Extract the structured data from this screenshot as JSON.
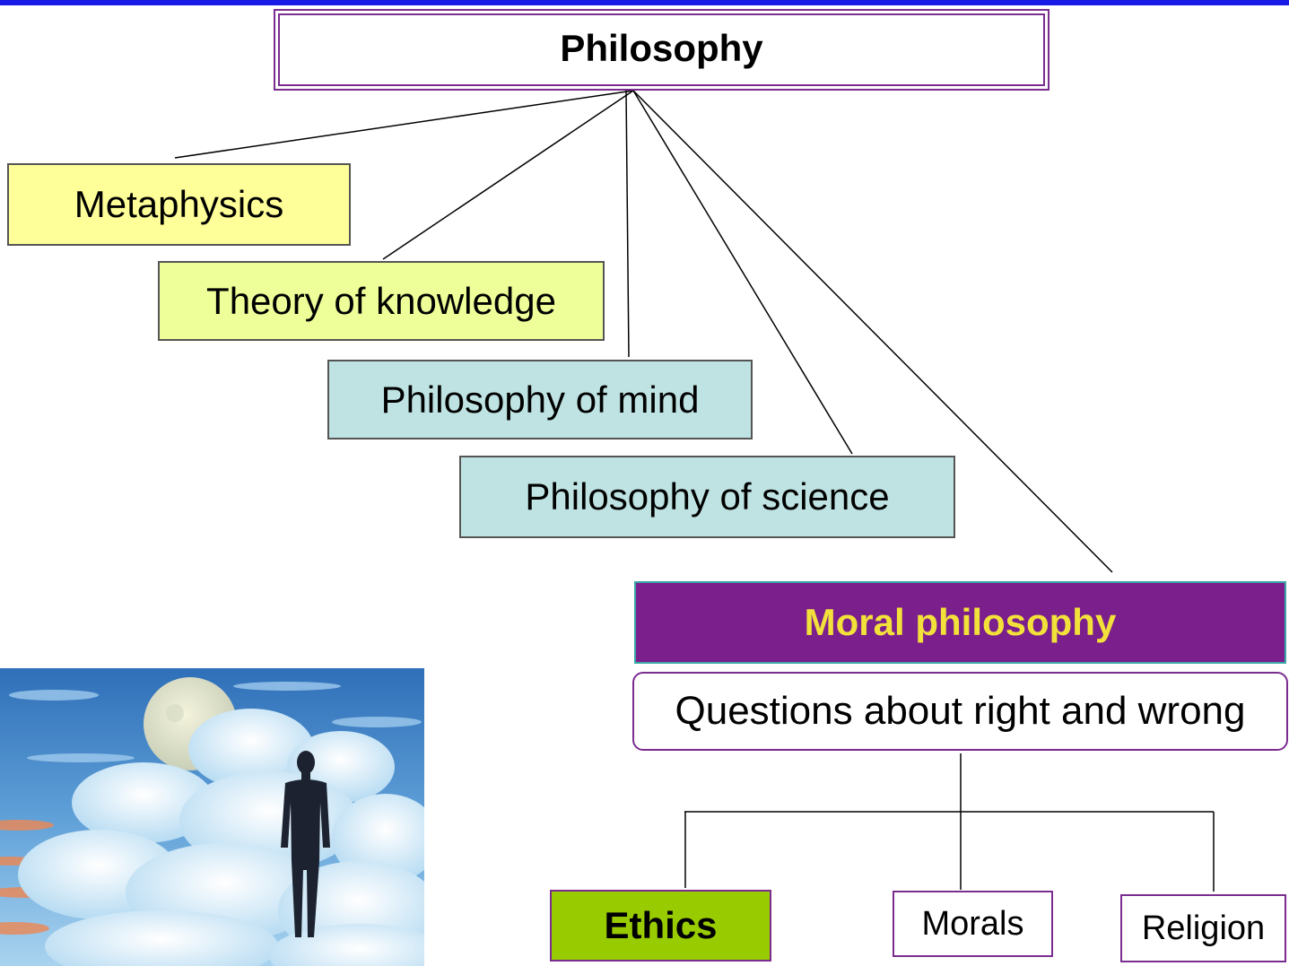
{
  "diagram": {
    "root": "Philosophy",
    "branches": [
      "Metaphysics",
      "Theory of knowledge",
      "Philosophy of mind",
      "Philosophy of science"
    ],
    "moral": {
      "title": "Moral philosophy",
      "description": "Questions about right and wrong",
      "children": [
        "Ethics",
        "Morals",
        "Religion"
      ]
    }
  },
  "colors": {
    "top_bar": "#1a1ae6",
    "root_border": "#7b2c8f",
    "metaphysics_fill": "#ffff99",
    "knowledge_fill": "#eeff99",
    "mind_fill": "#bfe3e3",
    "moral_fill": "#7b1f8c",
    "moral_text": "#f2e13a",
    "ethics_fill": "#99cc00"
  },
  "picture": {
    "subject": "silhouette of a person among clouds under a full moon"
  }
}
